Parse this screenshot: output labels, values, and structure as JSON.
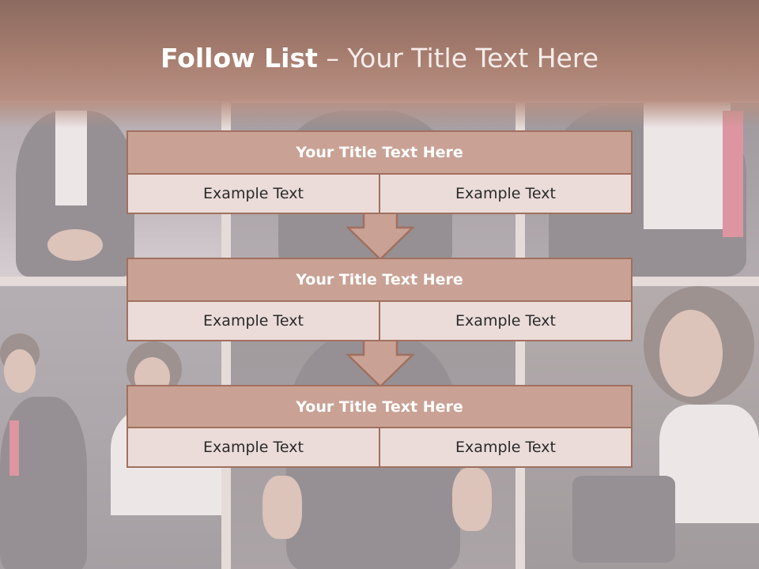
{
  "slide": {
    "title_bold": "Follow List",
    "title_rest": "– Your Title Text Here"
  },
  "colors": {
    "header": "#a77e70",
    "box_title": "#c9a295",
    "box_cell": "#ebdcd9",
    "border": "#a0705f"
  },
  "steps": [
    {
      "title": "Your Title Text Here",
      "left": "Example Text",
      "right": "Example Text"
    },
    {
      "title": "Your Title Text Here",
      "left": "Example Text",
      "right": "Example Text"
    },
    {
      "title": "Your Title Text Here",
      "left": "Example Text",
      "right": "Example Text"
    }
  ],
  "icons": [
    "down-arrow-icon",
    "down-arrow-icon"
  ]
}
